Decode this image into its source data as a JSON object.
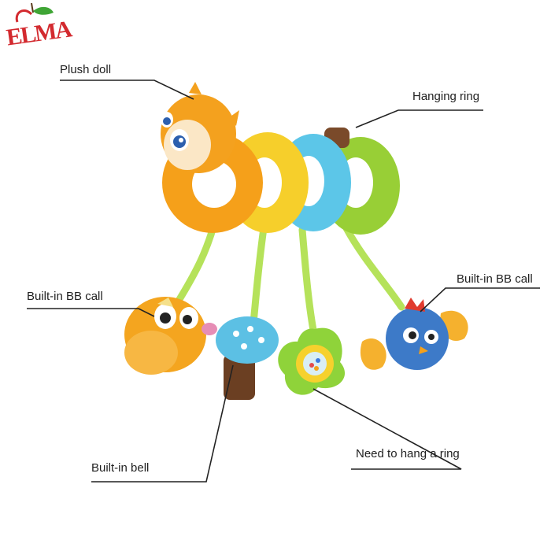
{
  "logo": {
    "text": "ELMA",
    "color": "#d32a2f"
  },
  "callouts": {
    "plush_doll": "Plush doll",
    "hanging_ring": "Hanging ring",
    "bb_call_left": "Built-in BB call",
    "bb_call_right": "Built-in BB call",
    "bell": "Built-in bell",
    "hang_ring": "Need to hang a ring"
  },
  "colors": {
    "orange": "#f5a21b",
    "yellow": "#f7cf2c",
    "blue": "#5ec7e6",
    "green": "#9bd33a",
    "line": "#222222"
  }
}
